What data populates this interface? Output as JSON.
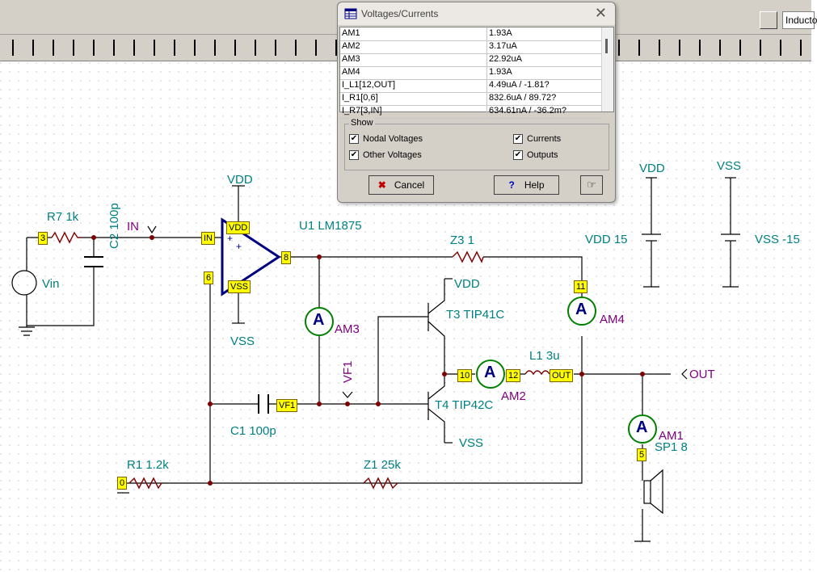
{
  "toolbar": {
    "component_search_value": "Inducto"
  },
  "dialog": {
    "title": "Voltages/Currents",
    "rows": [
      {
        "name": "AM1",
        "value": "1.93A"
      },
      {
        "name": "AM2",
        "value": "3.17uA"
      },
      {
        "name": "AM3",
        "value": "22.92uA"
      },
      {
        "name": "AM4",
        "value": "1.93A"
      },
      {
        "name": "I_L1[12,OUT]",
        "value": "4.49uA / -1.81?"
      },
      {
        "name": "I_R1[0,6]",
        "value": "832.6uA / 89.72?"
      },
      {
        "name": "I_R7[3,IN]",
        "value": "634.61nA / -36.2m?"
      }
    ],
    "show_group": "Show",
    "checks": {
      "nodal": "Nodal Voltages",
      "other": "Other Voltages",
      "currents": "Currents",
      "outputs": "Outputs"
    },
    "cancel": "Cancel",
    "help": "Help"
  },
  "schematic": {
    "components": {
      "r7": "R7 1k",
      "c2": "C2 100p",
      "vin": "Vin",
      "in_label": "IN",
      "u1": "U1 LM1875",
      "vdd_top": "VDD",
      "vss_op": "VSS",
      "z3": "Z3 1",
      "vdd_t3": "VDD",
      "t3": "T3 TIP41C",
      "am3": "AM3",
      "am4": "AM4",
      "vdd_src_label": "VDD",
      "vdd_src": "VDD 15",
      "vss_src_label": "VSS",
      "vss_src": "VSS -15",
      "vf1": "VF1",
      "l1": "L1 3u",
      "am2": "AM2",
      "t4": "T4 TIP42C",
      "vss_t4": "VSS",
      "out_label": "OUT",
      "c1": "C1 100p",
      "am1": "AM1",
      "sp1": "SP1 8",
      "r1": "R1 1.2k",
      "z1": "Z1 25k",
      "ammeter_glyph": "A"
    },
    "nodes": {
      "n3": "3",
      "nin": "IN",
      "nvdd": "VDD",
      "n6": "6",
      "nvss": "VSS",
      "n8": "8",
      "n11": "11",
      "n10": "10",
      "n12": "12",
      "nout": "OUT",
      "nvf1": "VF1",
      "n5": "5",
      "n0": "0"
    }
  }
}
